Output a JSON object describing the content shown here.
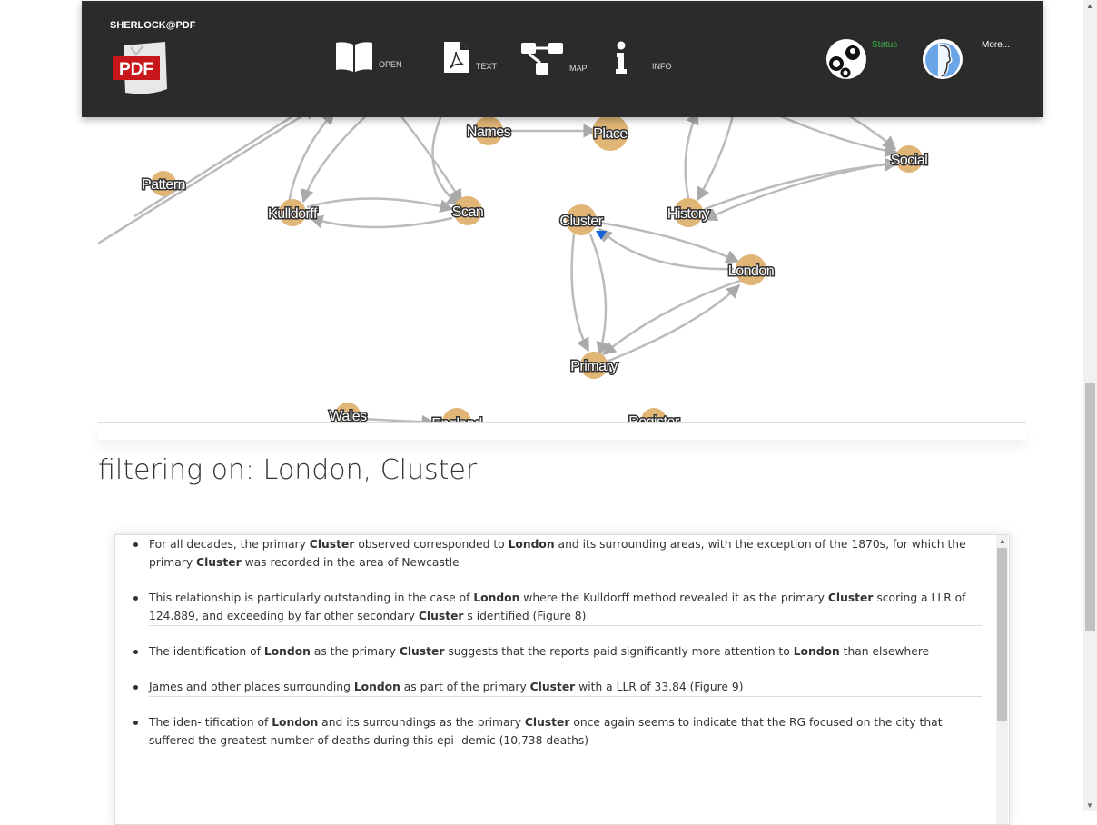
{
  "navbar": {
    "brand": "SHERLOCK@PDF",
    "logo_text": "PDF",
    "buttons": [
      {
        "label": "OPEN",
        "icon": "book-icon"
      },
      {
        "label": "TEXT",
        "icon": "pdf-file-icon"
      },
      {
        "label": "MAP",
        "icon": "sitemap-icon"
      },
      {
        "label": "INFO",
        "icon": "info-icon"
      }
    ],
    "status_label": "Status",
    "more_label": "More..."
  },
  "graph": {
    "nodes": [
      "Names",
      "Place",
      "Pattern",
      "Kulldorff",
      "Scan",
      "Cluster",
      "History",
      "Social",
      "London",
      "Primary",
      "Wales",
      "England",
      "Register"
    ]
  },
  "filter": {
    "title": "filtering on: London, Cluster"
  },
  "results": [
    [
      {
        "t": "For all decades, the primary "
      },
      {
        "t": "Cluster",
        "b": true
      },
      {
        "t": " observed corresponded to "
      },
      {
        "t": "London",
        "b": true
      },
      {
        "t": " and its surrounding areas, with the exception of the 1870s, for which the primary "
      },
      {
        "t": "Cluster",
        "b": true
      },
      {
        "t": " was recorded in the area of Newcastle"
      }
    ],
    [
      {
        "t": "This relationship is particularly outstanding in the case of "
      },
      {
        "t": "London",
        "b": true
      },
      {
        "t": " where the Kulldorff method revealed it as the primary "
      },
      {
        "t": "Cluster",
        "b": true
      },
      {
        "t": " scoring a LLR of 124.889, and exceeding by far other secondary "
      },
      {
        "t": "Cluster",
        "b": true
      },
      {
        "t": " s identified (Figure 8)"
      }
    ],
    [
      {
        "t": "The identification of "
      },
      {
        "t": "London",
        "b": true
      },
      {
        "t": " as the primary "
      },
      {
        "t": "Cluster",
        "b": true
      },
      {
        "t": " suggests that the reports paid significantly more attention to "
      },
      {
        "t": "London",
        "b": true
      },
      {
        "t": " than elsewhere"
      }
    ],
    [
      {
        "t": "James and other places surrounding "
      },
      {
        "t": "London",
        "b": true
      },
      {
        "t": " as part of the primary "
      },
      {
        "t": "Cluster",
        "b": true
      },
      {
        "t": " with a LLR of 33.84 (Figure 9)"
      }
    ],
    [
      {
        "t": "The iden- tification of "
      },
      {
        "t": "London",
        "b": true
      },
      {
        "t": " and its surroundings as the primary "
      },
      {
        "t": "Cluster",
        "b": true
      },
      {
        "t": " once again seems to indicate that the RG focused on the city that suffered the greatest number of deaths during this epi- demic (10,738 deaths)"
      }
    ]
  ]
}
